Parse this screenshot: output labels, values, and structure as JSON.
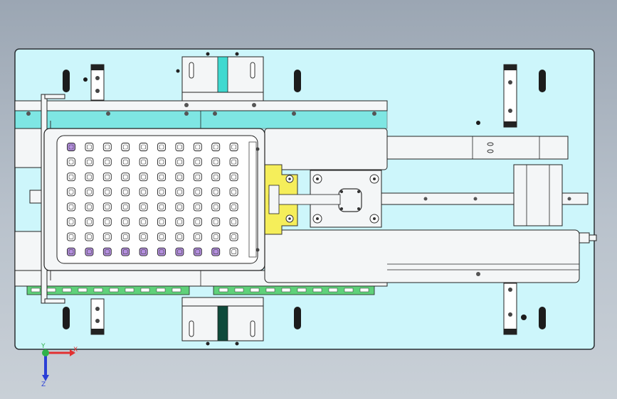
{
  "triad": {
    "x_label": "X",
    "y_label": "Y",
    "z_label": "Z"
  },
  "colors": {
    "background_top": "#9ba6b3",
    "base_plate": "#cdf6fb",
    "base_plate_edge": "#2a2f33",
    "part_white": "#f4f6f7",
    "accent_cyan": "#3fd9d0",
    "accent_dark_green": "#0f4a3b",
    "bracket_yellow": "#f5ee5a",
    "tray_inner": "#ffffff",
    "cell_purple": "#b58fe0",
    "rail_green": "#5fd17a",
    "axis_x": "#e23030",
    "axis_y": "#2fb24a",
    "axis_z": "#2a3fd6"
  },
  "tray": {
    "rows": 8,
    "cols": 10,
    "highlighted_rows": [
      0,
      7
    ],
    "highlighted_cells_row0": [
      0
    ]
  }
}
